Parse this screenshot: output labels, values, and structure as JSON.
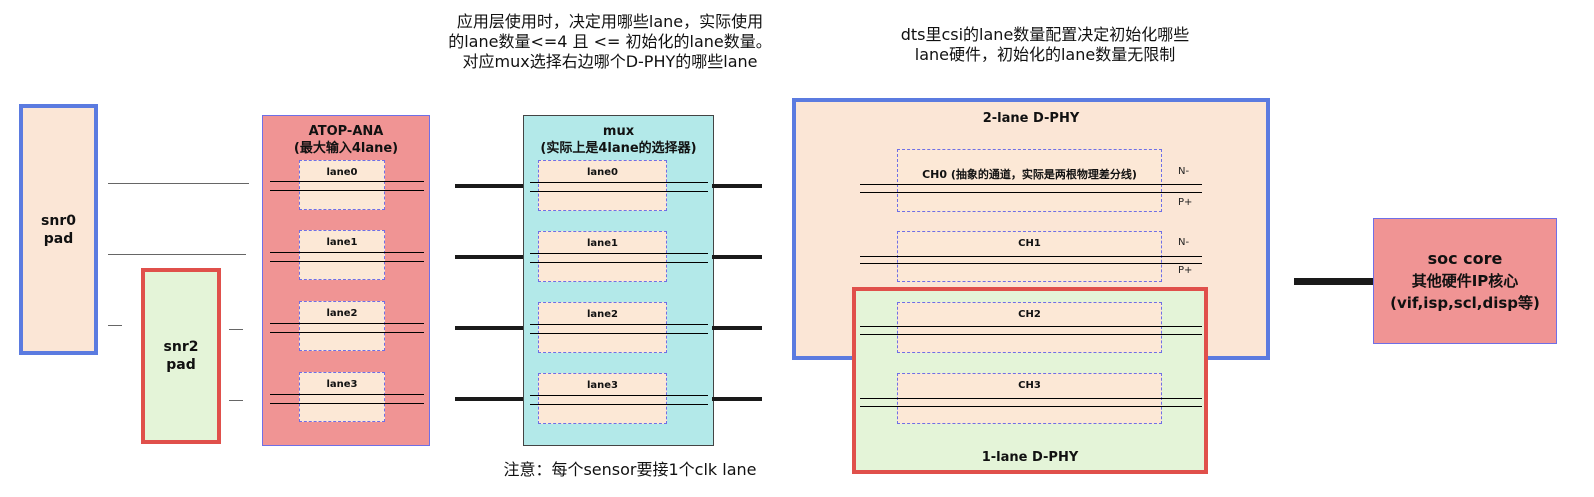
{
  "annotations": {
    "top_center": [
      "应用层使用时，决定用哪些lane，实际使用",
      "的lane数量<=4 且 <= 初始化的lane数量。",
      "对应mux选择右边哪个D-PHY的哪些lane"
    ],
    "top_right": [
      "dts里csi的lane数量配置决定初始化哪些",
      "lane硬件，初始化的lane数量无限制"
    ],
    "bottom": "注意：每个sensor要接1个clk lane"
  },
  "snr0": {
    "line1": "snr0",
    "line2": "pad"
  },
  "snr2": {
    "line1": "snr2",
    "line2": "pad"
  },
  "atop": {
    "title": "ATOP-ANA",
    "subtitle": "(最大输入4lane)",
    "lanes": [
      "lane0",
      "lane1",
      "lane2",
      "lane3"
    ]
  },
  "mux": {
    "title": "mux",
    "subtitle": "(实际上是4lane的选择器)",
    "lanes": [
      "lane0",
      "lane1",
      "lane2",
      "lane3"
    ]
  },
  "dphy2": {
    "title": "2-lane D-PHY",
    "ch0": "CH0 (抽象的通道，实际是两根物理差分线)",
    "ch1": "CH1"
  },
  "dphy1": {
    "title": "1-lane D-PHY",
    "ch2": "CH2",
    "ch3": "CH3"
  },
  "pins": {
    "n": "N-",
    "p": "P+"
  },
  "soc": {
    "line1": "soc core",
    "line2": "其他硬件IP核心",
    "line3": "(vif,isp,scl,disp等)"
  },
  "colors": {
    "blue_border": "#5b7be0",
    "red_border": "#e0504b",
    "atop_fill": "#f09494",
    "mux_fill": "#b3e9e9",
    "green_fill": "#e4f4d8",
    "peach_fill": "#fbe6d6",
    "soc_fill": "#f09494"
  }
}
